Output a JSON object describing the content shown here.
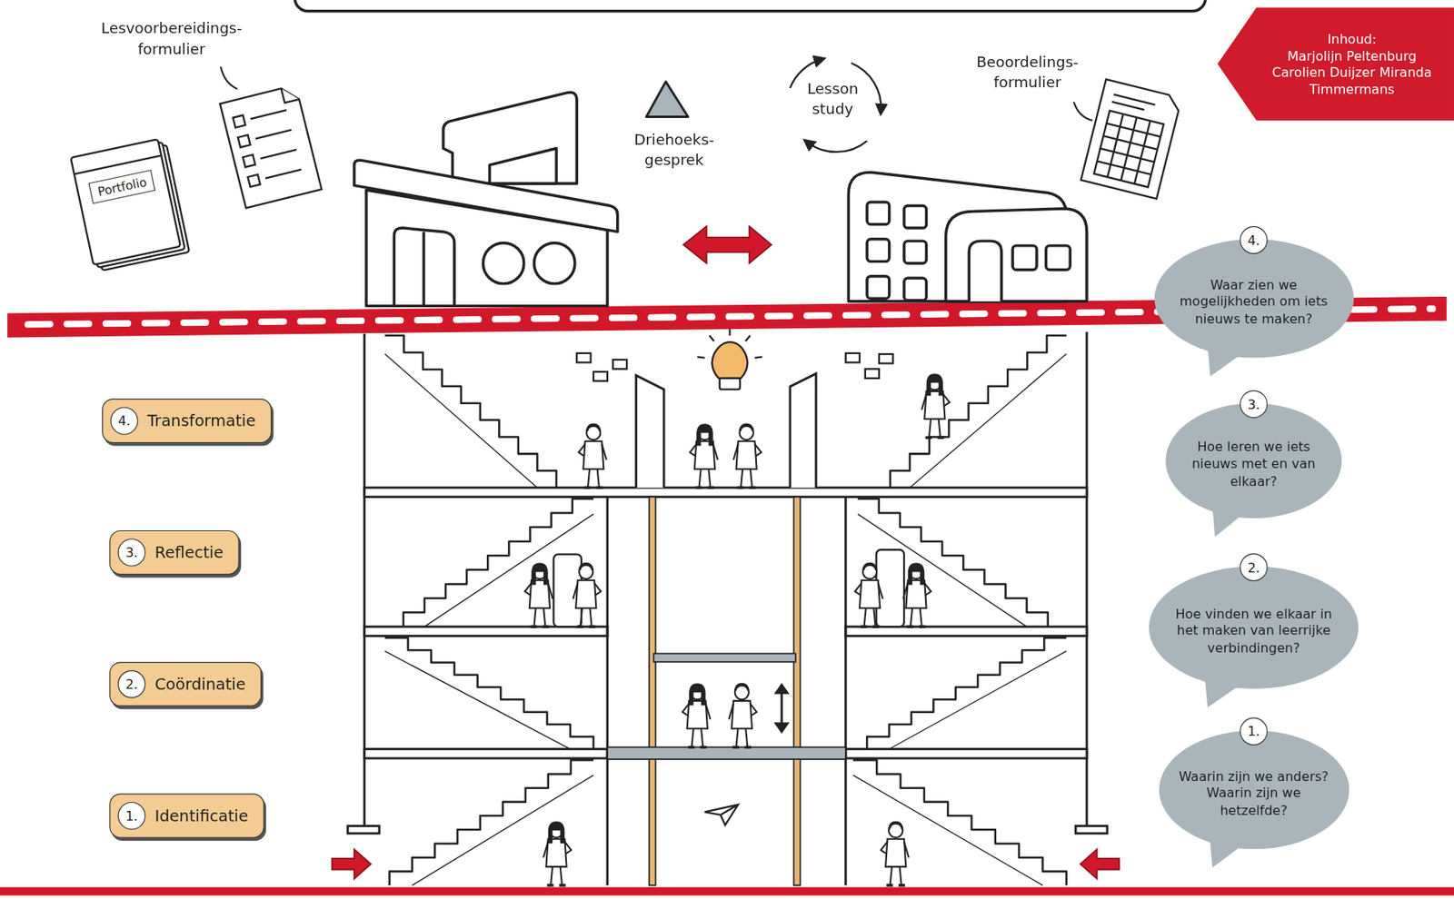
{
  "diagram": {
    "nodes": [
      {
        "text": [
          "Inhoud:",
          "Marjolijn Peltenburg Carolien Duijzer Miranda Timmermans"
        ]
      },
      {
        "text": [
          "Portfolio"
        ]
      },
      {
        "text": [
          "4.",
          "Transformatie"
        ]
      },
      {
        "text": [
          "3.",
          "Reflectie"
        ]
      },
      {
        "text": [
          "2.",
          "Coördinatie"
        ]
      },
      {
        "text": [
          "1.",
          "Identificatie"
        ]
      },
      {
        "text": [
          "4.",
          "Waar zien we mogelijkheden om iets nieuws te maken?"
        ]
      },
      {
        "text": [
          "3.",
          "Hoe leren we iets nieuws met en van elkaar?"
        ]
      },
      {
        "text": [
          "2.",
          "Hoe vinden we elkaar in het maken van leerrijke verbindingen?"
        ]
      },
      {
        "text": [
          "1.",
          "Waarin zijn we anders? Waarin zijn we hetzelfde?"
        ]
      }
    ],
    "labels": [
      "Lesvoorbereidings- formulier",
      "Driehoeks- gesprek",
      "Lesson study",
      "Beoordelings- formulier"
    ]
  }
}
